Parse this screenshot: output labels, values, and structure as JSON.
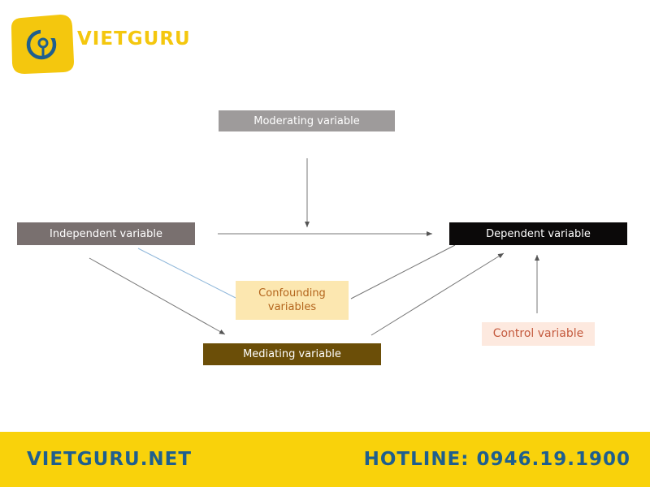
{
  "brand": {
    "name": "VIETGURU"
  },
  "diagram": {
    "nodes": {
      "moderating": "Moderating variable",
      "independent": "Independent variable",
      "dependent": "Dependent variable",
      "confounding": "Confounding\nvariables",
      "mediating": "Mediating variable",
      "control": "Control variable"
    }
  },
  "footer": {
    "website": "VIETGURU.NET",
    "hotline": "HOTLINE: 0946.19.1900"
  },
  "colors": {
    "brand_yellow": "#F9D20B",
    "brand_blue": "#1F5F8E",
    "moderating_fill": "#9E9B9B",
    "independent_fill": "#79706F",
    "dependent_fill": "#0B0909",
    "confounding_fill": "#FCE7B0",
    "mediating_fill": "#6B4E08",
    "control_fill": "#FDE9DF"
  },
  "icons": {
    "logo": "vietguru-logo-icon"
  }
}
